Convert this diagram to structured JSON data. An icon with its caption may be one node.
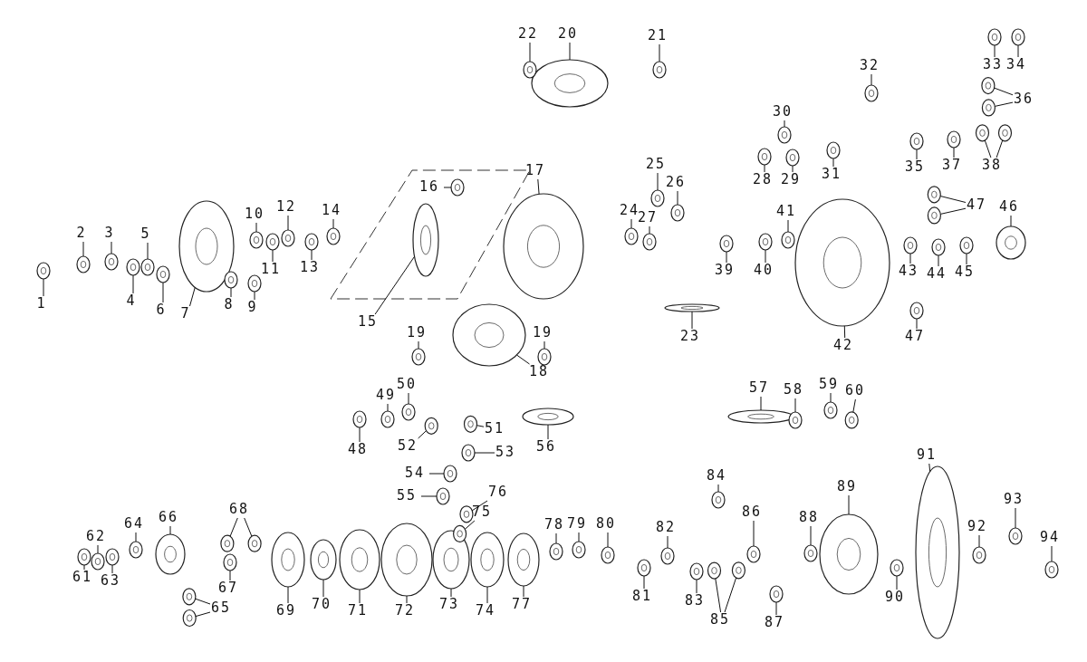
{
  "diagram": {
    "nodes": [
      {
        "text": [
          "1"
        ]
      },
      {
        "text": [
          "2"
        ]
      },
      {
        "text": [
          "3"
        ]
      },
      {
        "text": [
          "4"
        ]
      },
      {
        "text": [
          "5"
        ]
      },
      {
        "text": [
          "6"
        ]
      },
      {
        "text": [
          "7"
        ]
      },
      {
        "text": [
          "8"
        ]
      },
      {
        "text": [
          "9"
        ]
      },
      {
        "text": [
          "10"
        ]
      },
      {
        "text": [
          "11"
        ]
      },
      {
        "text": [
          "12"
        ]
      },
      {
        "text": [
          "13"
        ]
      },
      {
        "text": [
          "14"
        ]
      },
      {
        "text": [
          "15"
        ]
      },
      {
        "text": [
          "16"
        ]
      },
      {
        "text": [
          "17"
        ]
      },
      {
        "text": [
          "18"
        ]
      },
      {
        "text": [
          "19"
        ]
      },
      {
        "text": [
          "19"
        ]
      },
      {
        "text": [
          "20"
        ]
      },
      {
        "text": [
          "21"
        ]
      },
      {
        "text": [
          "22"
        ]
      },
      {
        "text": [
          "23"
        ]
      },
      {
        "text": [
          "24"
        ]
      },
      {
        "text": [
          "25"
        ]
      },
      {
        "text": [
          "26"
        ]
      },
      {
        "text": [
          "27"
        ]
      },
      {
        "text": [
          "28"
        ]
      },
      {
        "text": [
          "29"
        ]
      },
      {
        "text": [
          "30"
        ]
      },
      {
        "text": [
          "31"
        ]
      },
      {
        "text": [
          "32"
        ]
      },
      {
        "text": [
          "33"
        ]
      },
      {
        "text": [
          "34"
        ]
      },
      {
        "text": [
          "35"
        ]
      },
      {
        "text": [
          "36"
        ]
      },
      {
        "text": [
          "37"
        ]
      },
      {
        "text": [
          "38"
        ]
      },
      {
        "text": [
          "39"
        ]
      },
      {
        "text": [
          "40"
        ]
      },
      {
        "text": [
          "41"
        ]
      },
      {
        "text": [
          "42"
        ]
      },
      {
        "text": [
          "43"
        ]
      },
      {
        "text": [
          "44"
        ]
      },
      {
        "text": [
          "45"
        ]
      },
      {
        "text": [
          "46"
        ]
      },
      {
        "text": [
          "47"
        ]
      },
      {
        "text": [
          "47"
        ]
      },
      {
        "text": [
          "48"
        ]
      },
      {
        "text": [
          "49"
        ]
      },
      {
        "text": [
          "50"
        ]
      },
      {
        "text": [
          "51"
        ]
      },
      {
        "text": [
          "52"
        ]
      },
      {
        "text": [
          "53"
        ]
      },
      {
        "text": [
          "54"
        ]
      },
      {
        "text": [
          "55"
        ]
      },
      {
        "text": [
          "56"
        ]
      },
      {
        "text": [
          "57"
        ]
      },
      {
        "text": [
          "58"
        ]
      },
      {
        "text": [
          "59"
        ]
      },
      {
        "text": [
          "60"
        ]
      },
      {
        "text": [
          "61"
        ]
      },
      {
        "text": [
          "62"
        ]
      },
      {
        "text": [
          "63"
        ]
      },
      {
        "text": [
          "64"
        ]
      },
      {
        "text": [
          "65"
        ]
      },
      {
        "text": [
          "66"
        ]
      },
      {
        "text": [
          "67"
        ]
      },
      {
        "text": [
          "68"
        ]
      },
      {
        "text": [
          "69"
        ]
      },
      {
        "text": [
          "70"
        ]
      },
      {
        "text": [
          "71"
        ]
      },
      {
        "text": [
          "72"
        ]
      },
      {
        "text": [
          "73"
        ]
      },
      {
        "text": [
          "74"
        ]
      },
      {
        "text": [
          "75"
        ]
      },
      {
        "text": [
          "76"
        ]
      },
      {
        "text": [
          "77"
        ]
      },
      {
        "text": [
          "78"
        ]
      },
      {
        "text": [
          "79"
        ]
      },
      {
        "text": [
          "80"
        ]
      },
      {
        "text": [
          "81"
        ]
      },
      {
        "text": [
          "82"
        ]
      },
      {
        "text": [
          "83"
        ]
      },
      {
        "text": [
          "84"
        ]
      },
      {
        "text": [
          "85"
        ]
      },
      {
        "text": [
          "86"
        ]
      },
      {
        "text": [
          "87"
        ]
      },
      {
        "text": [
          "88"
        ]
      },
      {
        "text": [
          "89"
        ]
      },
      {
        "text": [
          "90"
        ]
      },
      {
        "text": [
          "91"
        ]
      },
      {
        "text": [
          "92"
        ]
      },
      {
        "text": [
          "93"
        ]
      },
      {
        "text": [
          "94"
        ]
      },
      {
        "text": [],
        "shape": "picture"
      },
      {
        "text": [],
        "shape": "picture"
      },
      {
        "text": [],
        "shape": "picture"
      },
      {
        "text": [],
        "shape": "picture"
      },
      {
        "text": [],
        "shape": "picture"
      },
      {
        "text": [],
        "shape": "picture"
      },
      {
        "text": [],
        "shape": "picture"
      },
      {
        "text": [],
        "shape": "picture"
      },
      {
        "text": [],
        "shape": "picture"
      },
      {
        "text": [],
        "shape": "picture"
      },
      {
        "text": [],
        "shape": "picture"
      },
      {
        "text": [],
        "shape": "picture"
      },
      {
        "text": [],
        "shape": "picture"
      },
      {
        "text": [],
        "shape": "picture"
      },
      {
        "text": [],
        "shape": "picture"
      },
      {
        "text": [],
        "shape": "picture"
      },
      {
        "text": [],
        "shape": "picture"
      },
      {
        "text": [],
        "shape": "picture"
      },
      {
        "text": [],
        "shape": "picture"
      },
      {
        "text": [],
        "shape": "picture"
      },
      {
        "text": [],
        "shape": "picture"
      },
      {
        "text": [],
        "shape": "picture"
      },
      {
        "text": [],
        "shape": "picture"
      },
      {
        "text": [],
        "shape": "picture"
      },
      {
        "text": [],
        "shape": "picture"
      },
      {
        "text": [],
        "shape": "picture"
      },
      {
        "text": [],
        "shape": "picture"
      },
      {
        "text": [],
        "shape": "picture"
      },
      {
        "text": [],
        "shape": "picture"
      },
      {
        "text": [],
        "shape": "picture"
      },
      {
        "text": [],
        "shape": "picture"
      },
      {
        "text": [],
        "shape": "picture"
      },
      {
        "text": [],
        "shape": "picture"
      },
      {
        "text": [],
        "shape": "picture"
      },
      {
        "text": [],
        "shape": "picture"
      },
      {
        "text": [],
        "shape": "picture"
      },
      {
        "text": [],
        "shape": "picture"
      },
      {
        "text": [],
        "shape": "picture"
      },
      {
        "text": [],
        "shape": "picture"
      },
      {
        "text": [],
        "shape": "picture"
      },
      {
        "text": [],
        "shape": "picture"
      },
      {
        "text": [],
        "shape": "picture"
      },
      {
        "text": [],
        "shape": "picture"
      },
      {
        "text": [],
        "shape": "picture"
      },
      {
        "text": [],
        "shape": "picture"
      },
      {
        "text": [],
        "shape": "picture"
      },
      {
        "text": [],
        "shape": "picture"
      },
      {
        "text": [],
        "shape": "picture"
      },
      {
        "text": [],
        "shape": "picture"
      },
      {
        "text": [],
        "shape": "picture"
      },
      {
        "text": [],
        "shape": "picture"
      },
      {
        "text": [],
        "shape": "picture"
      },
      {
        "text": [],
        "shape": "picture"
      },
      {
        "text": [],
        "shape": "picture"
      },
      {
        "text": [],
        "shape": "picture"
      },
      {
        "text": [],
        "shape": "picture"
      },
      {
        "text": [],
        "shape": "picture"
      },
      {
        "text": [],
        "shape": "picture"
      },
      {
        "text": [],
        "shape": "picture"
      },
      {
        "text": [],
        "shape": "picture"
      },
      {
        "text": [],
        "shape": "picture"
      },
      {
        "text": [],
        "shape": "picture"
      },
      {
        "text": [],
        "shape": "picture"
      },
      {
        "text": [],
        "shape": "picture"
      },
      {
        "text": [],
        "shape": "picture"
      },
      {
        "text": [],
        "shape": "picture"
      },
      {
        "text": [],
        "shape": "picture"
      },
      {
        "text": [],
        "shape": "picture"
      },
      {
        "text": [],
        "shape": "picture"
      },
      {
        "text": [],
        "shape": "picture"
      },
      {
        "text": [],
        "shape": "picture"
      },
      {
        "text": [],
        "shape": "picture"
      },
      {
        "text": [],
        "shape": "picture"
      },
      {
        "text": [],
        "shape": "picture"
      },
      {
        "text": [],
        "shape": "picture"
      },
      {
        "text": [],
        "shape": "picture"
      },
      {
        "text": [],
        "shape": "picture"
      },
      {
        "text": [],
        "shape": "picture"
      },
      {
        "text": [],
        "shape": "picture"
      },
      {
        "text": [],
        "shape": "picture"
      },
      {
        "text": [],
        "shape": "picture"
      },
      {
        "text": [],
        "shape": "picture"
      },
      {
        "text": [],
        "shape": "picture"
      },
      {
        "text": [],
        "shape": "picture"
      },
      {
        "text": [],
        "shape": "picture"
      },
      {
        "text": [],
        "shape": "picture"
      },
      {
        "text": [],
        "shape": "picture"
      },
      {
        "text": [],
        "shape": "picture"
      },
      {
        "text": [],
        "shape": "picture"
      },
      {
        "text": [],
        "shape": "picture"
      },
      {
        "text": [],
        "shape": "picture"
      },
      {
        "text": [],
        "shape": "picture"
      },
      {
        "text": [],
        "shape": "picture"
      },
      {
        "text": [],
        "shape": "picture"
      },
      {
        "text": [],
        "shape": "picture"
      },
      {
        "text": [],
        "shape": "picture"
      },
      {
        "text": [],
        "shape": "picture"
      },
      {
        "text": [],
        "shape": "picture"
      },
      {
        "text": [],
        "shape": "picture"
      },
      {
        "text": [],
        "shape": "picture"
      },
      {
        "text": [],
        "shape": "picture"
      },
      {
        "text": [],
        "shape": "picture"
      }
    ],
    "edges": [
      {
        "from": 0,
        "to": 96,
        "arrow": "none"
      },
      {
        "from": 1,
        "to": 97,
        "arrow": "none"
      },
      {
        "from": 2,
        "to": 98,
        "arrow": "none"
      },
      {
        "from": 3,
        "to": 99,
        "arrow": "none"
      },
      {
        "from": 4,
        "to": 100,
        "arrow": "none"
      },
      {
        "from": 5,
        "to": 101,
        "arrow": "none"
      },
      {
        "from": 6,
        "to": 102,
        "arrow": "none"
      },
      {
        "from": 7,
        "to": 103,
        "arrow": "none"
      },
      {
        "from": 8,
        "to": 104,
        "arrow": "none"
      },
      {
        "from": 9,
        "to": 105,
        "arrow": "none"
      },
      {
        "from": 10,
        "to": 106,
        "arrow": "none"
      },
      {
        "from": 11,
        "to": 107,
        "arrow": "none"
      },
      {
        "from": 12,
        "to": 108,
        "arrow": "none"
      },
      {
        "from": 13,
        "to": 109,
        "arrow": "none"
      },
      {
        "from": 14,
        "to": 110,
        "arrow": "none"
      },
      {
        "from": 15,
        "to": 111,
        "arrow": "none"
      },
      {
        "from": 16,
        "to": 112,
        "arrow": "none"
      },
      {
        "from": 17,
        "to": 113,
        "arrow": "none"
      },
      {
        "from": 18,
        "to": 114,
        "arrow": "none"
      },
      {
        "from": 19,
        "to": 115,
        "arrow": "none"
      },
      {
        "from": 20,
        "to": 116,
        "arrow": "none"
      },
      {
        "from": 21,
        "to": 117,
        "arrow": "none"
      },
      {
        "from": 22,
        "to": 118,
        "arrow": "none"
      },
      {
        "from": 23,
        "to": 119,
        "arrow": "none"
      },
      {
        "from": 24,
        "to": 120,
        "arrow": "none"
      },
      {
        "from": 25,
        "to": 121,
        "arrow": "none"
      },
      {
        "from": 26,
        "to": 122,
        "arrow": "none"
      },
      {
        "from": 27,
        "to": 123,
        "arrow": "none"
      },
      {
        "from": 28,
        "to": 124,
        "arrow": "none"
      },
      {
        "from": 29,
        "to": 125,
        "arrow": "none"
      },
      {
        "from": 30,
        "to": 126,
        "arrow": "none"
      },
      {
        "from": 31,
        "to": 127,
        "arrow": "none"
      },
      {
        "from": 32,
        "to": 128,
        "arrow": "none"
      },
      {
        "from": 33,
        "to": 129,
        "arrow": "none"
      },
      {
        "from": 34,
        "to": 130,
        "arrow": "none"
      },
      {
        "from": 35,
        "to": 131,
        "arrow": "none"
      },
      {
        "from": 36,
        "to": 132,
        "arrow": "none"
      },
      {
        "from": 36,
        "to": 133,
        "arrow": "none"
      },
      {
        "from": 37,
        "to": 134,
        "arrow": "none"
      },
      {
        "from": 38,
        "to": 135,
        "arrow": "none"
      },
      {
        "from": 38,
        "to": 136,
        "arrow": "none"
      },
      {
        "from": 39,
        "to": 137,
        "arrow": "none"
      },
      {
        "from": 40,
        "to": 138,
        "arrow": "none"
      },
      {
        "from": 41,
        "to": 139,
        "arrow": "none"
      },
      {
        "from": 42,
        "to": 140,
        "arrow": "none"
      },
      {
        "from": 43,
        "to": 141,
        "arrow": "none"
      },
      {
        "from": 44,
        "to": 142,
        "arrow": "none"
      },
      {
        "from": 45,
        "to": 143,
        "arrow": "none"
      },
      {
        "from": 46,
        "to": 144,
        "arrow": "none"
      },
      {
        "from": 47,
        "to": 145,
        "arrow": "none"
      },
      {
        "from": 47,
        "to": 146,
        "arrow": "none"
      },
      {
        "from": 48,
        "to": 147,
        "arrow": "none"
      },
      {
        "from": 49,
        "to": 148,
        "arrow": "none"
      },
      {
        "from": 50,
        "to": 149,
        "arrow": "none"
      },
      {
        "from": 51,
        "to": 150,
        "arrow": "none"
      },
      {
        "from": 52,
        "to": 151,
        "arrow": "none"
      },
      {
        "from": 53,
        "to": 152,
        "arrow": "none"
      },
      {
        "from": 54,
        "to": 153,
        "arrow": "none"
      },
      {
        "from": 55,
        "to": 154,
        "arrow": "none"
      },
      {
        "from": 56,
        "to": 155,
        "arrow": "none"
      },
      {
        "from": 57,
        "to": 156,
        "arrow": "none"
      },
      {
        "from": 58,
        "to": 157,
        "arrow": "none"
      },
      {
        "from": 59,
        "to": 158,
        "arrow": "none"
      },
      {
        "from": 60,
        "to": 159,
        "arrow": "none"
      },
      {
        "from": 61,
        "to": 160,
        "arrow": "none"
      },
      {
        "from": 62,
        "to": 161,
        "arrow": "none"
      },
      {
        "from": 63,
        "to": 162,
        "arrow": "none"
      },
      {
        "from": 64,
        "to": 163,
        "arrow": "none"
      },
      {
        "from": 65,
        "to": 164,
        "arrow": "none"
      },
      {
        "from": 66,
        "to": 165,
        "arrow": "none"
      },
      {
        "from": 66,
        "to": 166,
        "arrow": "none"
      },
      {
        "from": 67,
        "to": 167,
        "arrow": "none"
      },
      {
        "from": 68,
        "to": 168,
        "arrow": "none"
      },
      {
        "from": 69,
        "to": 169,
        "arrow": "none"
      },
      {
        "from": 69,
        "to": 170,
        "arrow": "none"
      },
      {
        "from": 70,
        "to": 171,
        "arrow": "none"
      },
      {
        "from": 71,
        "to": 172,
        "arrow": "none"
      },
      {
        "from": 72,
        "to": 173,
        "arrow": "none"
      },
      {
        "from": 73,
        "to": 174,
        "arrow": "none"
      },
      {
        "from": 74,
        "to": 175,
        "arrow": "none"
      },
      {
        "from": 75,
        "to": 176,
        "arrow": "none"
      },
      {
        "from": 76,
        "to": 177,
        "arrow": "none"
      },
      {
        "from": 77,
        "to": 178,
        "arrow": "none"
      },
      {
        "from": 78,
        "to": 179,
        "arrow": "none"
      },
      {
        "from": 79,
        "to": 180,
        "arrow": "none"
      },
      {
        "from": 80,
        "to": 181,
        "arrow": "none"
      },
      {
        "from": 81,
        "to": 182,
        "arrow": "none"
      },
      {
        "from": 82,
        "to": 183,
        "arrow": "none"
      },
      {
        "from": 83,
        "to": 184,
        "arrow": "none"
      },
      {
        "from": 84,
        "to": 185,
        "arrow": "none"
      },
      {
        "from": 85,
        "to": 186,
        "arrow": "none"
      },
      {
        "from": 86,
        "to": 187,
        "arrow": "none"
      },
      {
        "from": 86,
        "to": 188,
        "arrow": "none"
      },
      {
        "from": 87,
        "to": 189,
        "arrow": "none"
      },
      {
        "from": 88,
        "to": 190,
        "arrow": "none"
      },
      {
        "from": 89,
        "to": 191,
        "arrow": "none"
      },
      {
        "from": 90,
        "to": 192,
        "arrow": "none"
      },
      {
        "from": 91,
        "to": 193,
        "arrow": "none"
      },
      {
        "from": 92,
        "to": 194,
        "arrow": "none"
      },
      {
        "from": 93,
        "to": 195,
        "arrow": "none"
      },
      {
        "from": 94,
        "to": 196,
        "arrow": "none"
      },
      {
        "from": 95,
        "to": 197,
        "arrow": "none"
      }
    ]
  }
}
